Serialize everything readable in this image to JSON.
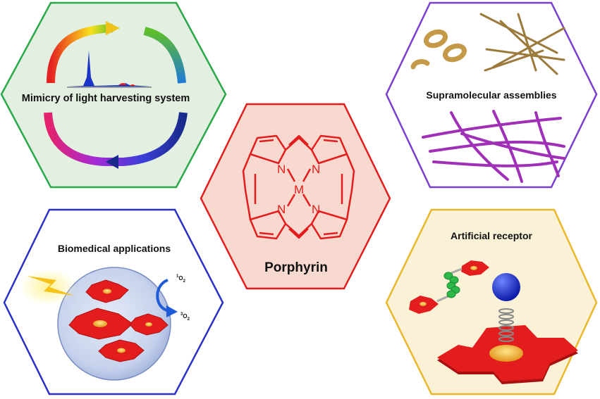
{
  "center": {
    "title": "Porphyrin",
    "atoms": {
      "n": "N",
      "metal": "M"
    }
  },
  "panels": {
    "light_harvesting": {
      "title": "Mimicry of light harvesting system"
    },
    "supramolecular": {
      "title": "Supramolecular assemblies"
    },
    "biomedical": {
      "title": "Biomedical applications",
      "singlet_oxygen_sup": "1",
      "singlet_oxygen_base": "O",
      "singlet_oxygen_sub": "2",
      "triplet_oxygen_sup": "3",
      "triplet_oxygen_base": "O",
      "triplet_oxygen_sub": "2"
    },
    "receptor": {
      "title": "Artificial receptor"
    }
  },
  "colors": {
    "porphyrin_red": "#e31d1d",
    "center_fill": "#f8d9cf",
    "green_border": "#2aa84a",
    "green_fill": "#e3efe0",
    "purple_border": "#7b3fd0",
    "blue_border": "#2b30c6",
    "gold_border": "#e9b82a",
    "gold_fill": "#fbf1d7"
  }
}
